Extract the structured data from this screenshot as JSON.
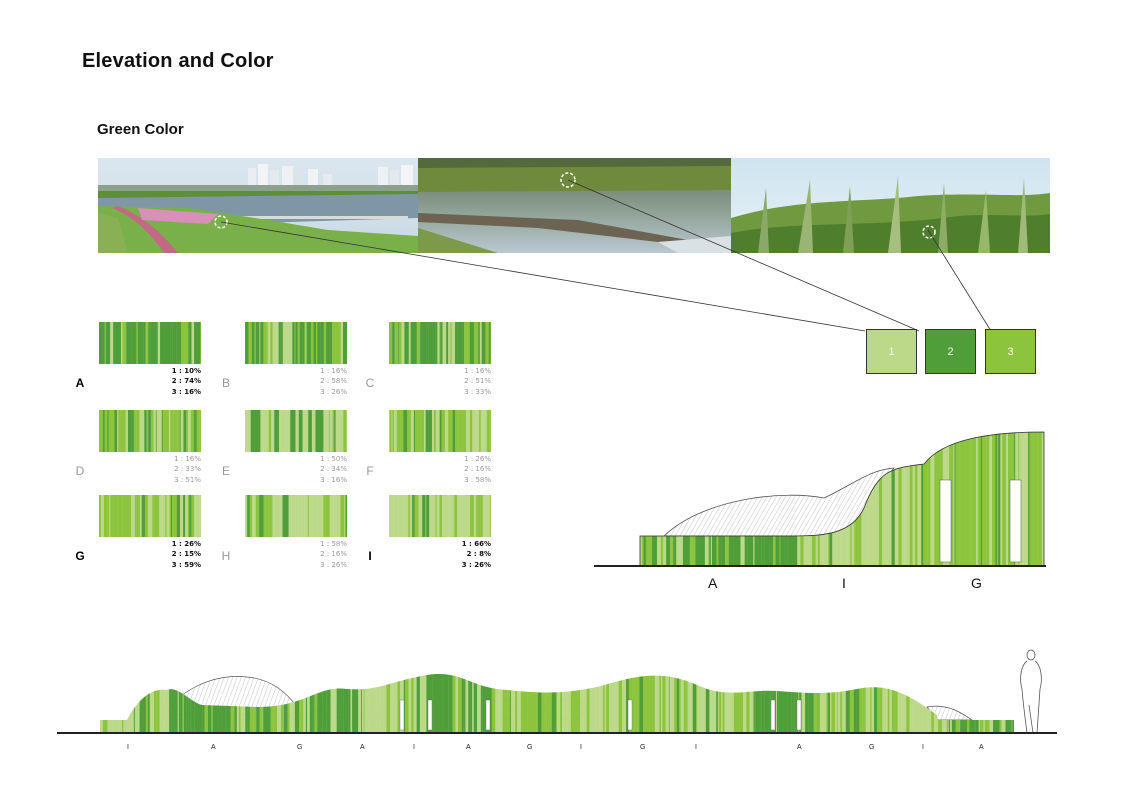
{
  "title": "Elevation and Color",
  "subtitle": "Green Color",
  "colors": {
    "c1": "#bcd98a",
    "c2": "#4f9e3a",
    "c3": "#8dc43e",
    "ground": "#222222"
  },
  "swatches": [
    {
      "label": "1",
      "color": "#bcd98a"
    },
    {
      "label": "2",
      "color": "#4f9e3a"
    },
    {
      "label": "3",
      "color": "#8dc43e"
    }
  ],
  "patterns": [
    {
      "name": "A",
      "highlight": true,
      "r1": "1 : 10%",
      "r2": "2 : 74%",
      "r3": "3 : 16%",
      "mix": [
        0.1,
        0.74,
        0.16
      ]
    },
    {
      "name": "B",
      "highlight": false,
      "r1": "1 : 16%",
      "r2": "2 : 58%",
      "r3": "3 : 26%",
      "mix": [
        0.16,
        0.58,
        0.26
      ]
    },
    {
      "name": "C",
      "highlight": false,
      "r1": "1 : 16%",
      "r2": "2 : 51%",
      "r3": "3 : 33%",
      "mix": [
        0.16,
        0.51,
        0.33
      ]
    },
    {
      "name": "D",
      "highlight": false,
      "r1": "1 : 16%",
      "r2": "2 : 33%",
      "r3": "3 : 51%",
      "mix": [
        0.16,
        0.33,
        0.51
      ]
    },
    {
      "name": "E",
      "highlight": false,
      "r1": "1 : 50%",
      "r2": "2 : 34%",
      "r3": "3 : 16%",
      "mix": [
        0.5,
        0.34,
        0.16
      ]
    },
    {
      "name": "F",
      "highlight": false,
      "r1": "1 : 26%",
      "r2": "2 : 16%",
      "r3": "3 : 58%",
      "mix": [
        0.26,
        0.16,
        0.58
      ]
    },
    {
      "name": "G",
      "highlight": true,
      "r1": "1 : 26%",
      "r2": "2 : 15%",
      "r3": "3 : 59%",
      "mix": [
        0.26,
        0.15,
        0.59
      ]
    },
    {
      "name": "H",
      "highlight": false,
      "r1": "1 : 58%",
      "r2": "2 : 16%",
      "r3": "3 : 26%",
      "mix": [
        0.58,
        0.16,
        0.26
      ]
    },
    {
      "name": "I",
      "highlight": true,
      "r1": "1 : 66%",
      "r2": "2 : 8%",
      "r3": "3 : 26%",
      "mix": [
        0.66,
        0.08,
        0.26
      ]
    }
  ],
  "elevation_labels": [
    "A",
    "I",
    "G"
  ],
  "strip_labels": [
    "I",
    "A",
    "G",
    "A",
    "I",
    "A",
    "G",
    "I",
    "G",
    "I",
    "A",
    "G",
    "I",
    "A"
  ]
}
